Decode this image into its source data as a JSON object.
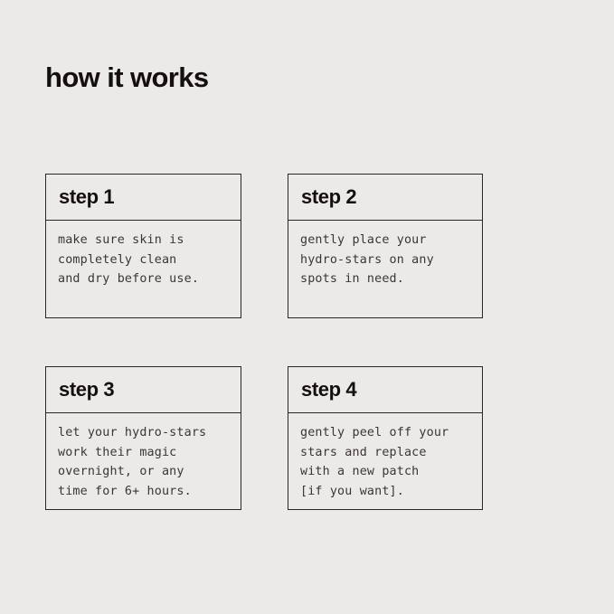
{
  "page": {
    "title": "how it works",
    "background_color": "#ece9e9",
    "border_color": "#2b2726",
    "heading_color": "#15100f",
    "body_text_color": "#3b3635"
  },
  "steps": [
    {
      "header": "step 1",
      "body": "make sure skin is\ncompletely clean\nand dry before use.",
      "lines": [
        "make sure skin is",
        "completely clean",
        "and dry before use."
      ]
    },
    {
      "header": "step 2",
      "body": "gently place your\nhydro-stars on any\nspots in need.",
      "lines": [
        "gently place your",
        "hydro-stars on any",
        "spots in need."
      ]
    },
    {
      "header": "step 3",
      "body": "let your hydro-stars\nwork their magic\novernight, or any\ntime for 6+ hours.",
      "lines": [
        "let your hydro-stars",
        "work their magic",
        "overnight, or any",
        "time for 6+ hours."
      ]
    },
    {
      "header": "step 4",
      "body": "gently peel off your\nstars and replace\nwith a new patch\n[if you want].",
      "lines": [
        "gently peel off your",
        "stars and replace",
        "with a new patch",
        "[if you want]."
      ]
    }
  ]
}
